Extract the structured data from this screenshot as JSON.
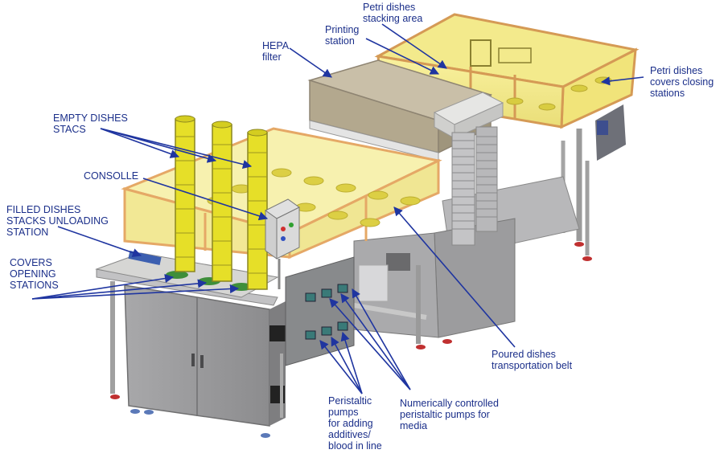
{
  "labels": {
    "petri_stacking": "Petri dishes\nstacking area",
    "printing": "Printing\nstation",
    "hepa": "HEPA\nfilter",
    "covers_closing": "Petri dishes\ncovers closing\nstations",
    "empty_stacks": "EMPTY DISHES\nSTACS",
    "consolle": "CONSOLLE",
    "filled_unloading": "FILLED DISHES\nSTACKS UNLOADING\nSTATION",
    "covers_opening": "COVERS\nOPENING\nSTATIONS",
    "belt": "Poured dishes\ntransportation belt",
    "pumps_additives": "Peristaltic\npumps\nfor adding\nadditives/\nblood in line",
    "pumps_media": "Numerically controlled\nperistaltic pumps for\nmedia"
  },
  "colors": {
    "label_text": "#1b2f8a",
    "arrow": "#1f35a0",
    "enclosure_yellow": "#f4e87a",
    "frame_orange": "#e8a060",
    "cabinet_grey": "#9a9a9c",
    "hepa_tan": "#b8ac94",
    "stack_yellow": "#e8e020"
  }
}
